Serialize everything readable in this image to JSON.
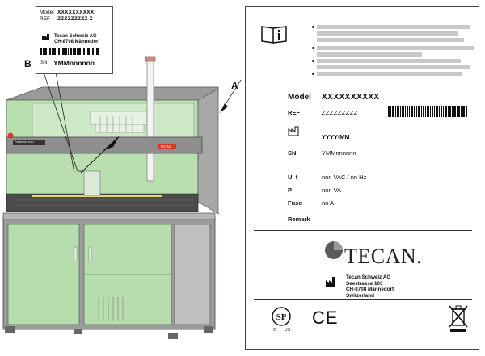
{
  "callouts": {
    "a": "A",
    "b": "B"
  },
  "small_label": {
    "model_key": "Model",
    "model_value": "XXXXXXXXXX",
    "ref_key": "REF",
    "ref_value": "ZZZZZZZZZ  Z",
    "company_line1": "Tecan Schweiz AG",
    "company_line2": "CH-8708 Männedorf",
    "sn_key": "SN",
    "sn_value": "YMMnnnnnn"
  },
  "instrument": {
    "panel_text_left": "Freedom evo",
    "panel_text_right": "TECAN"
  },
  "big_label": {
    "model_key": "Model",
    "model_value": "XXXXXXXXXX",
    "ref_key": "REF",
    "ref_value": "ZZZZZZZZZ",
    "date_value": "YYYY-MM",
    "sn_key": "SN",
    "sn_value": "YMMnnnnnn",
    "uf_key": "U, f",
    "uf_value": "nnn VAC /  nn Hz",
    "p_key": "P",
    "p_value": "nnn VA",
    "fuse_key": "Fuse",
    "fuse_value": "nn A",
    "remark_key": "Remark",
    "logo_text": "TECAN.",
    "address": [
      "Tecan Schweiz AG",
      "Seestrasse 103",
      "CH-8708 Männedorf",
      "Switzerland"
    ],
    "ce_mark": "CE",
    "csa_mark": "SP",
    "csa_c": "C",
    "csa_us": "US"
  },
  "colors": {
    "instrument_green": "#b7dcae",
    "frame_gray": "#8d8d8d",
    "accent_red": "#d63a2f"
  }
}
